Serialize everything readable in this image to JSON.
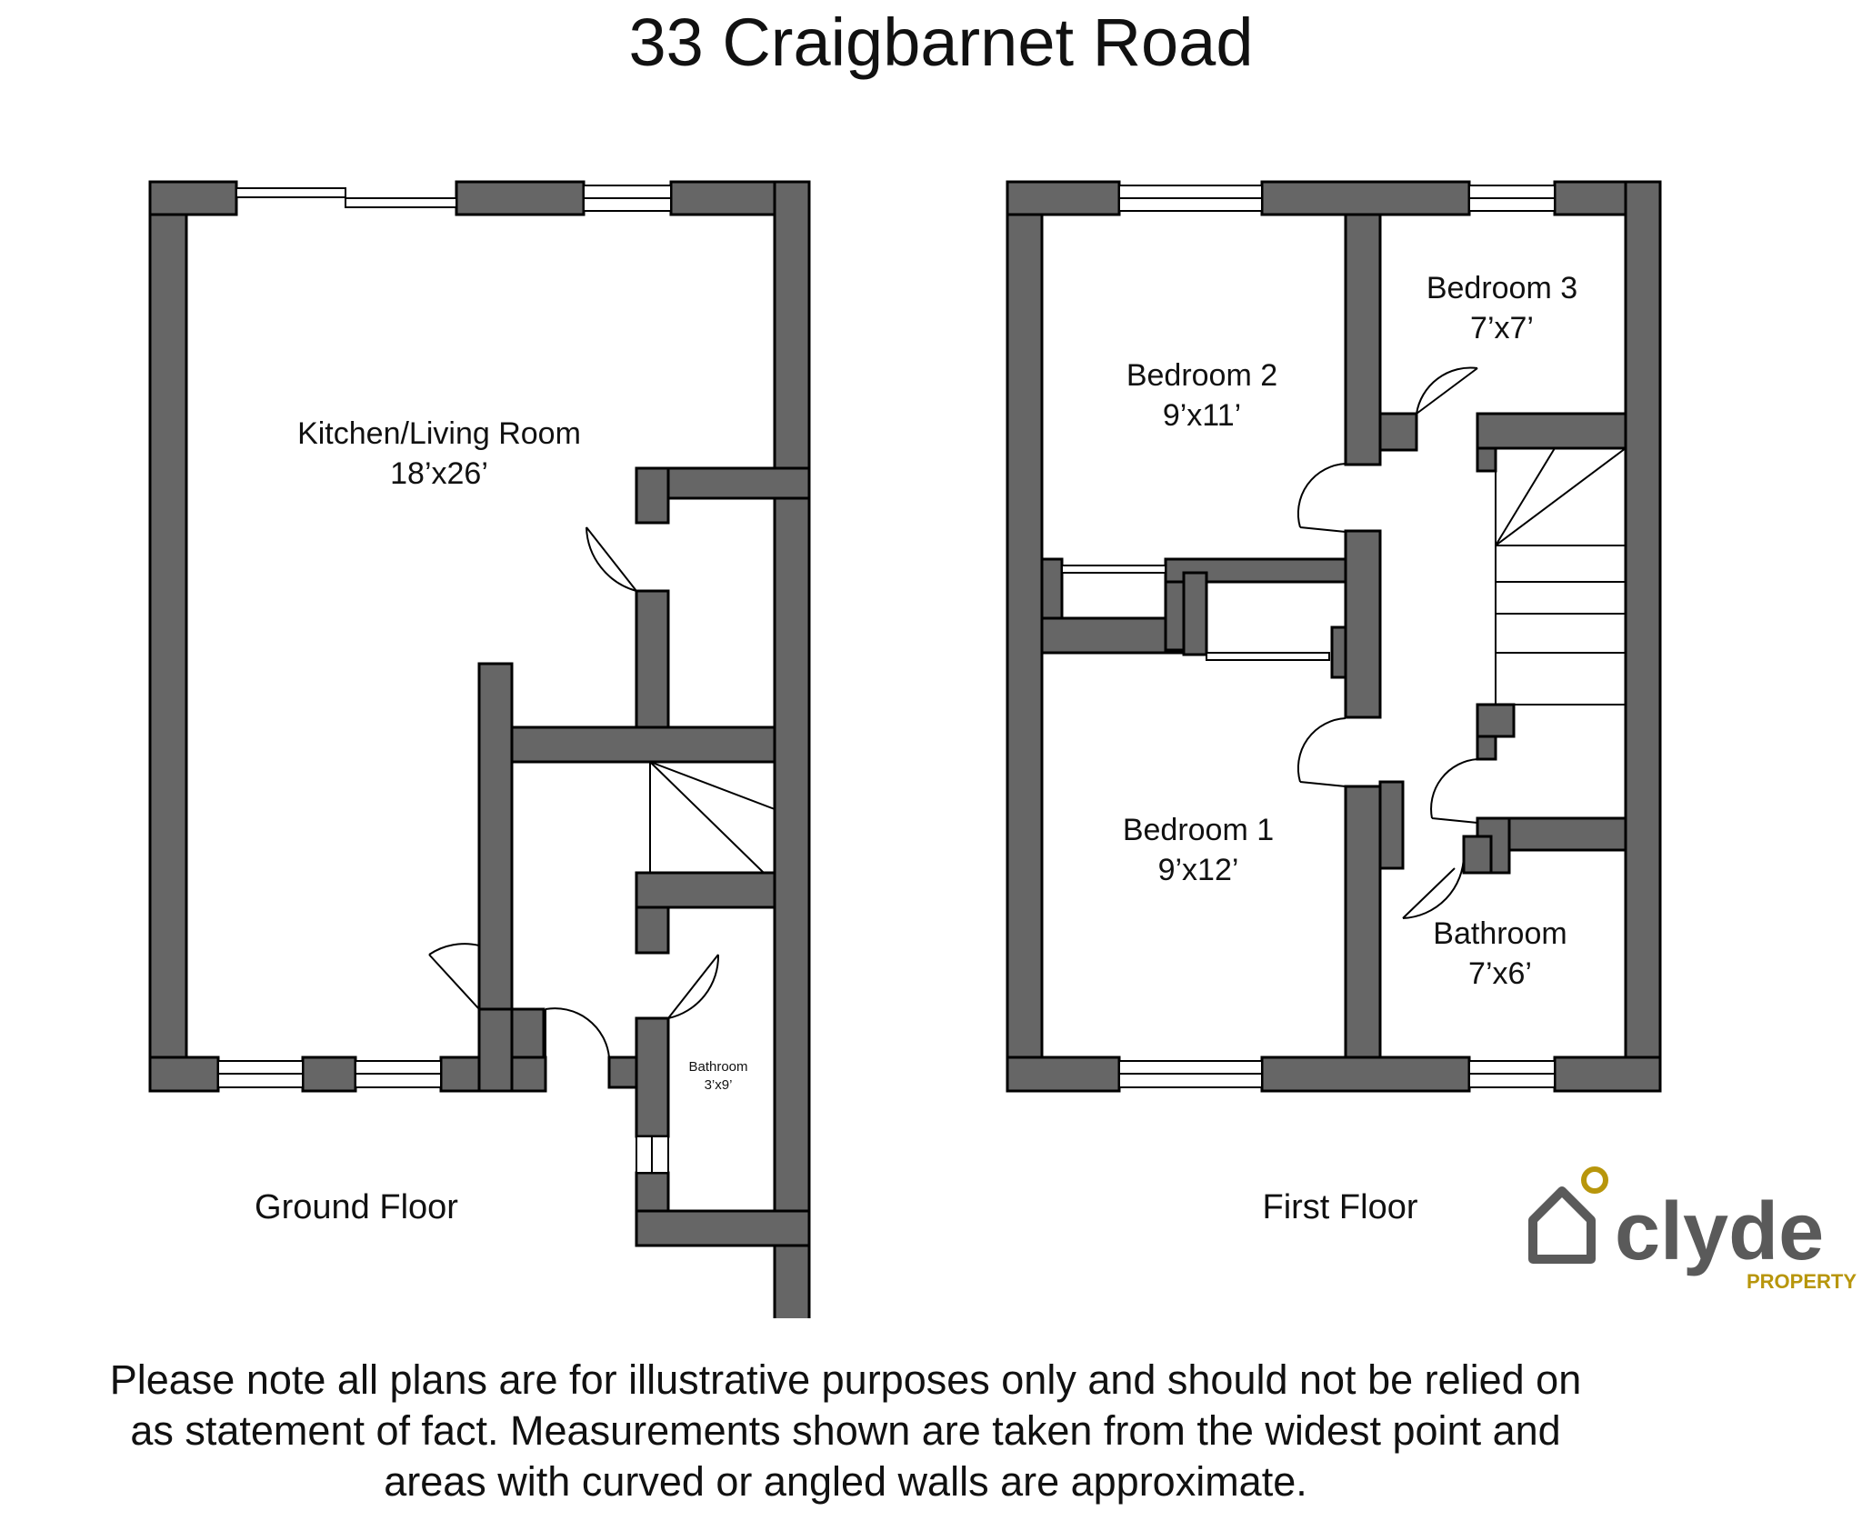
{
  "title": "33 Craigbarnet Road",
  "floors": [
    {
      "label": "Ground Floor",
      "rooms": [
        {
          "name": "Kitchen/Living Room",
          "size": "18’x26’"
        },
        {
          "name": "Bathroom",
          "size": "3’x9’"
        }
      ]
    },
    {
      "label": "First Floor",
      "rooms": [
        {
          "name": "Bedroom 2",
          "size": "9’x11’"
        },
        {
          "name": "Bedroom 3",
          "size": "7’x7’"
        },
        {
          "name": "Bedroom 1",
          "size": "9’x12’"
        },
        {
          "name": "Bathroom",
          "size": "7’x6’"
        }
      ]
    }
  ],
  "disclaimer": [
    "Please note all plans are for illustrative purposes only and should not be relied on",
    "as statement of fact. Measurements shown are taken from the widest point and",
    "areas with curved or angled walls are approximate."
  ],
  "brand": {
    "name": "clyde",
    "tagline": "PROPERTY",
    "colors": {
      "text": "#5a5a5a",
      "accent": "#b8960c"
    }
  },
  "colors": {
    "wall": "#666666",
    "outline": "#000000",
    "background": "#ffffff"
  }
}
